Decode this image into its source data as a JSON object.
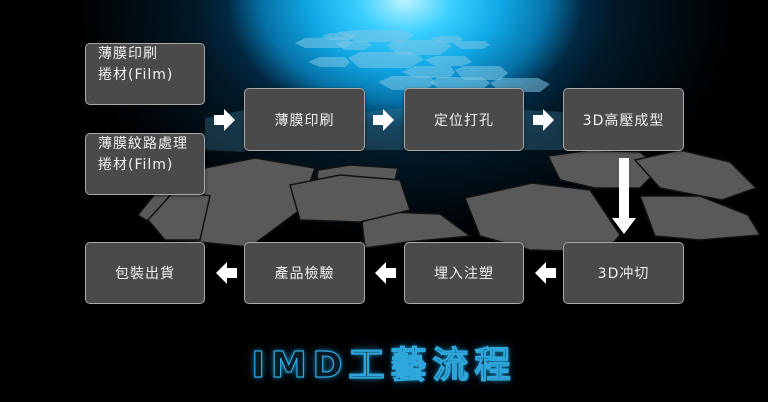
{
  "title": "IMD工藝流程",
  "colors": {
    "box_fill": "#4b4a4a",
    "box_border": "#a9a9a9",
    "box_text": "#f2f2f2",
    "arrow": "#ffffff",
    "title_glow": "#2ea7dc",
    "background": "#000000",
    "spotlight": "#3cd0ff"
  },
  "steps": {
    "input_print_film": {
      "line1": "薄膜印刷",
      "line2": "捲材(Film)"
    },
    "input_texture_film": {
      "line1": "薄膜紋路處理",
      "line2": "捲材(Film)"
    },
    "film_printing": {
      "label": "薄膜印刷"
    },
    "positioning_punch": {
      "label": "定位打孔"
    },
    "hp_forming": {
      "label": "3D高壓成型"
    },
    "trimming": {
      "label": "3D冲切"
    },
    "injection_molding": {
      "label": "埋入注塑"
    },
    "inspection": {
      "label": "產品檢驗"
    },
    "packing_shipping": {
      "label": "包裝出貨"
    }
  },
  "flow": [
    {
      "from": "input_print_film / input_texture_film",
      "to": "film_printing",
      "direction": "right-arrow"
    },
    {
      "from": "film_printing",
      "to": "positioning_punch",
      "direction": "right-arrow"
    },
    {
      "from": "positioning_punch",
      "to": "hp_forming",
      "direction": "right-arrow"
    },
    {
      "from": "hp_forming",
      "to": "trimming",
      "direction": "down-arrow"
    },
    {
      "from": "trimming",
      "to": "injection_molding",
      "direction": "left-arrow"
    },
    {
      "from": "injection_molding",
      "to": "inspection",
      "direction": "left-arrow"
    },
    {
      "from": "inspection",
      "to": "packing_shipping",
      "direction": "left-arrow"
    }
  ]
}
